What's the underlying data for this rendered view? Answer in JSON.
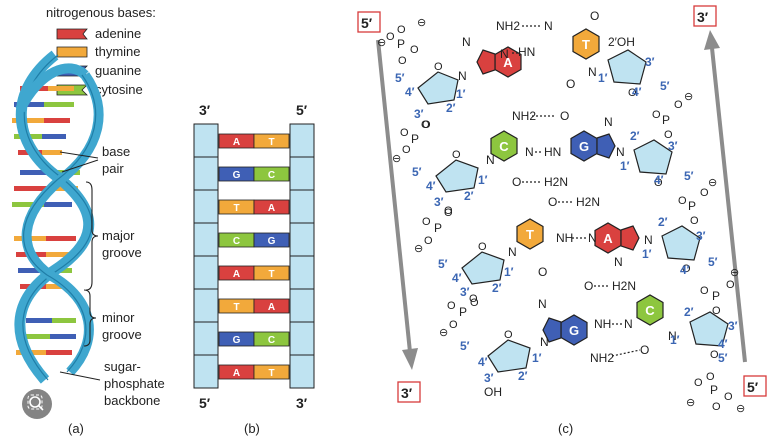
{
  "legend": {
    "title": "nitrogenous bases:",
    "items": [
      {
        "name": "adenine",
        "color": "#d9413f"
      },
      {
        "name": "thymine",
        "color": "#f2a93b"
      },
      {
        "name": "guanine",
        "color": "#3f5fb5"
      },
      {
        "name": "cytosine",
        "color": "#8dc63f"
      }
    ]
  },
  "helix_labels": {
    "base_pair": [
      "base",
      "pair"
    ],
    "major_groove": [
      "major",
      "groove"
    ],
    "minor_groove": [
      "minor",
      "groove"
    ],
    "backbone": [
      "sugar-",
      "phosphate",
      "backbone"
    ]
  },
  "ladder": {
    "top_left": "3′",
    "top_right": "5′",
    "bottom_left": "5′",
    "bottom_right": "3′",
    "pairs": [
      {
        "left": "A",
        "right": "T"
      },
      {
        "left": "G",
        "right": "C"
      },
      {
        "left": "T",
        "right": "A"
      },
      {
        "left": "C",
        "right": "G"
      },
      {
        "left": "A",
        "right": "T"
      },
      {
        "left": "T",
        "right": "A"
      },
      {
        "left": "G",
        "right": "C"
      },
      {
        "left": "A",
        "right": "T"
      }
    ]
  },
  "chem": {
    "top_left_end": "5′",
    "bottom_left_end": "3′",
    "top_right_end": "3′",
    "bottom_right_end": "5′",
    "left_bases": [
      "A",
      "C",
      "T",
      "G"
    ],
    "right_bases": [
      "T",
      "G",
      "A",
      "C"
    ],
    "primes": {
      "p1": "1′",
      "p2": "2′",
      "p3": "3′",
      "p4": "4′",
      "p5": "5′"
    },
    "atoms": {
      "N": "N",
      "O": "O",
      "P": "P",
      "NH2": "NH2",
      "H2N": "H2N",
      "NH": "NH",
      "HN": "HN",
      "OH": "OH",
      "twoOH": "2′OH",
      "minus": "⊖"
    }
  },
  "panel_labels": {
    "a": "(a)",
    "b": "(b)",
    "c": "(c)"
  },
  "colors": {
    "backbone": "#3fa7cf",
    "backbone_dark": "#1f7ea8",
    "sugar": "#bfe3f1",
    "end_box": "#d73b3b",
    "prime_blue": "#3b66b3",
    "arrow": "#8c8c8c"
  }
}
